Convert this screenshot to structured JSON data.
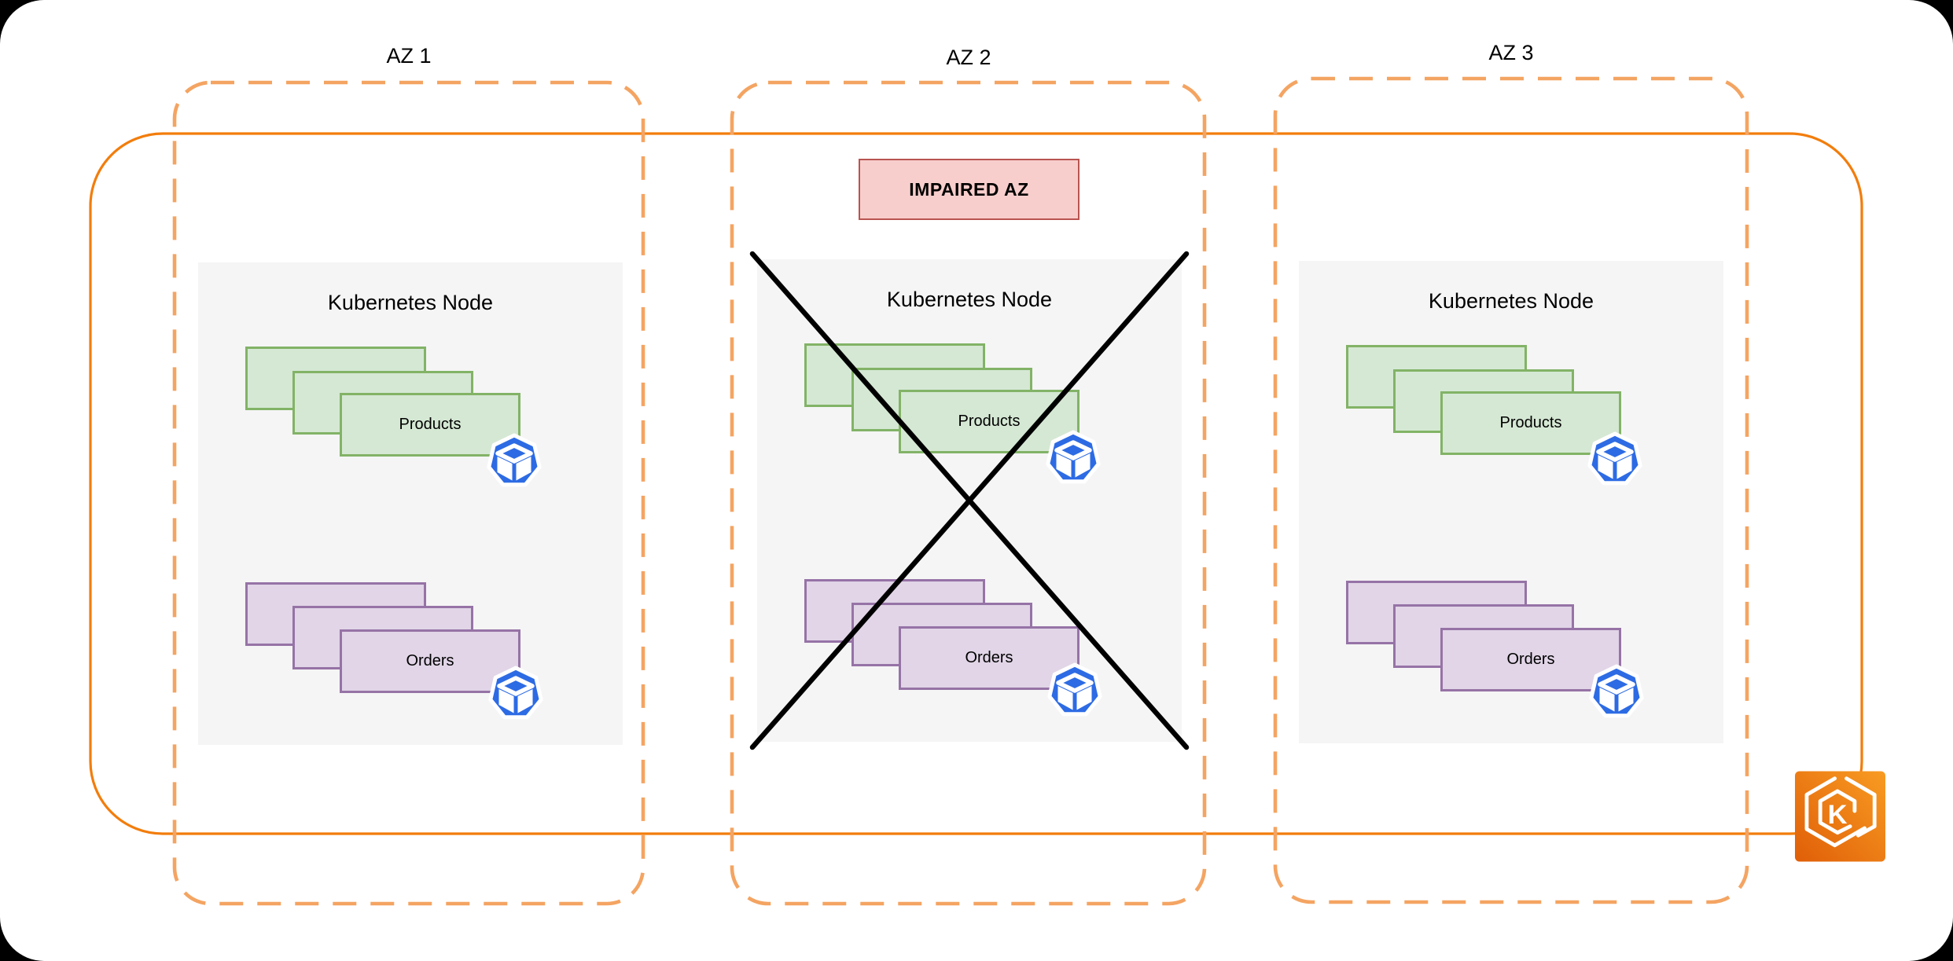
{
  "azs": [
    {
      "label": "AZ 1",
      "impaired": false,
      "node": {
        "title": "Kubernetes Node",
        "pods": [
          {
            "label": "Products"
          },
          {
            "label": "Orders"
          }
        ]
      }
    },
    {
      "label": "AZ 2",
      "impaired": true,
      "badge": "IMPAIRED AZ",
      "node": {
        "title": "Kubernetes Node",
        "pods": [
          {
            "label": "Products"
          },
          {
            "label": "Orders"
          }
        ]
      }
    },
    {
      "label": "AZ 3",
      "impaired": false,
      "node": {
        "title": "Kubernetes Node",
        "pods": [
          {
            "label": "Products"
          },
          {
            "label": "Orders"
          }
        ]
      }
    }
  ],
  "icons": {
    "pod": "kubernetes-pod-icon",
    "cluster": "amazon-eks-icon",
    "eks_letter": "K",
    "failure": "failure-cross-icon"
  },
  "colors": {
    "page_bg": "#000000",
    "canvas_bg": "#ffffff",
    "ink": "#000000",
    "orange_solid": "#F27D0C",
    "orange_dash": "#F4A462",
    "green_fill": "#D5E8D4",
    "green_stroke": "#82B366",
    "purple_fill": "#E1D5E7",
    "purple_stroke": "#9673A6",
    "badge_fill": "#F8CECC",
    "badge_stroke": "#B85450",
    "node_fill": "#F5F5F5",
    "k8s_blue": "#2D6BE4",
    "eks_top": "#F89C22",
    "eks_bottom": "#E05E08"
  }
}
